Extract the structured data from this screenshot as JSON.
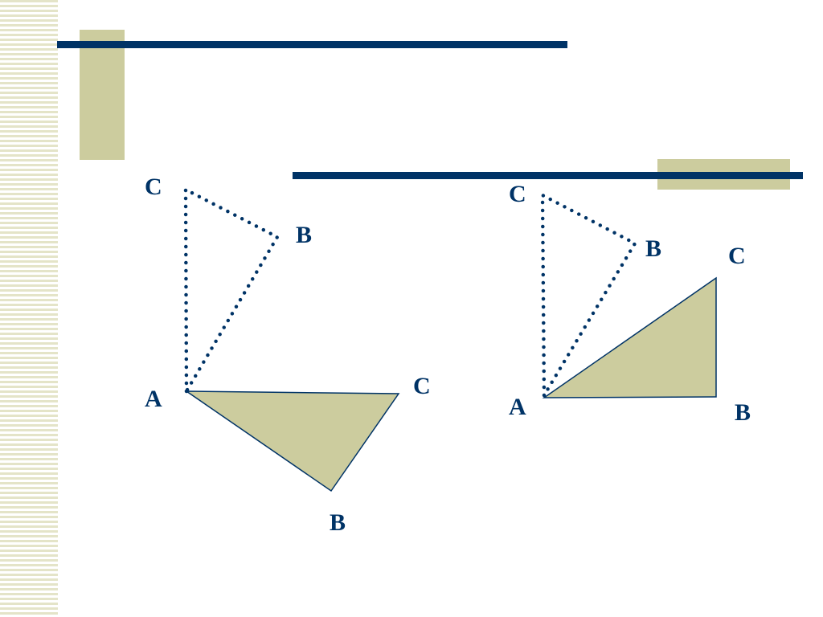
{
  "colors": {
    "navy": "#003366",
    "khaki": "#cccc9e",
    "stripe": "#e4e4c8",
    "background": "#ffffff"
  },
  "figure_left": {
    "dotted_triangle": {
      "vertex_a": "A",
      "vertex_b": "B",
      "vertex_c": "C"
    },
    "filled_triangle": {
      "vertex_a": "A",
      "vertex_b": "B",
      "vertex_c": "C"
    }
  },
  "figure_right": {
    "dotted_triangle": {
      "vertex_a": "A",
      "vertex_b": "B",
      "vertex_c": "C"
    },
    "filled_triangle": {
      "vertex_b": "B",
      "vertex_c": "C"
    }
  }
}
